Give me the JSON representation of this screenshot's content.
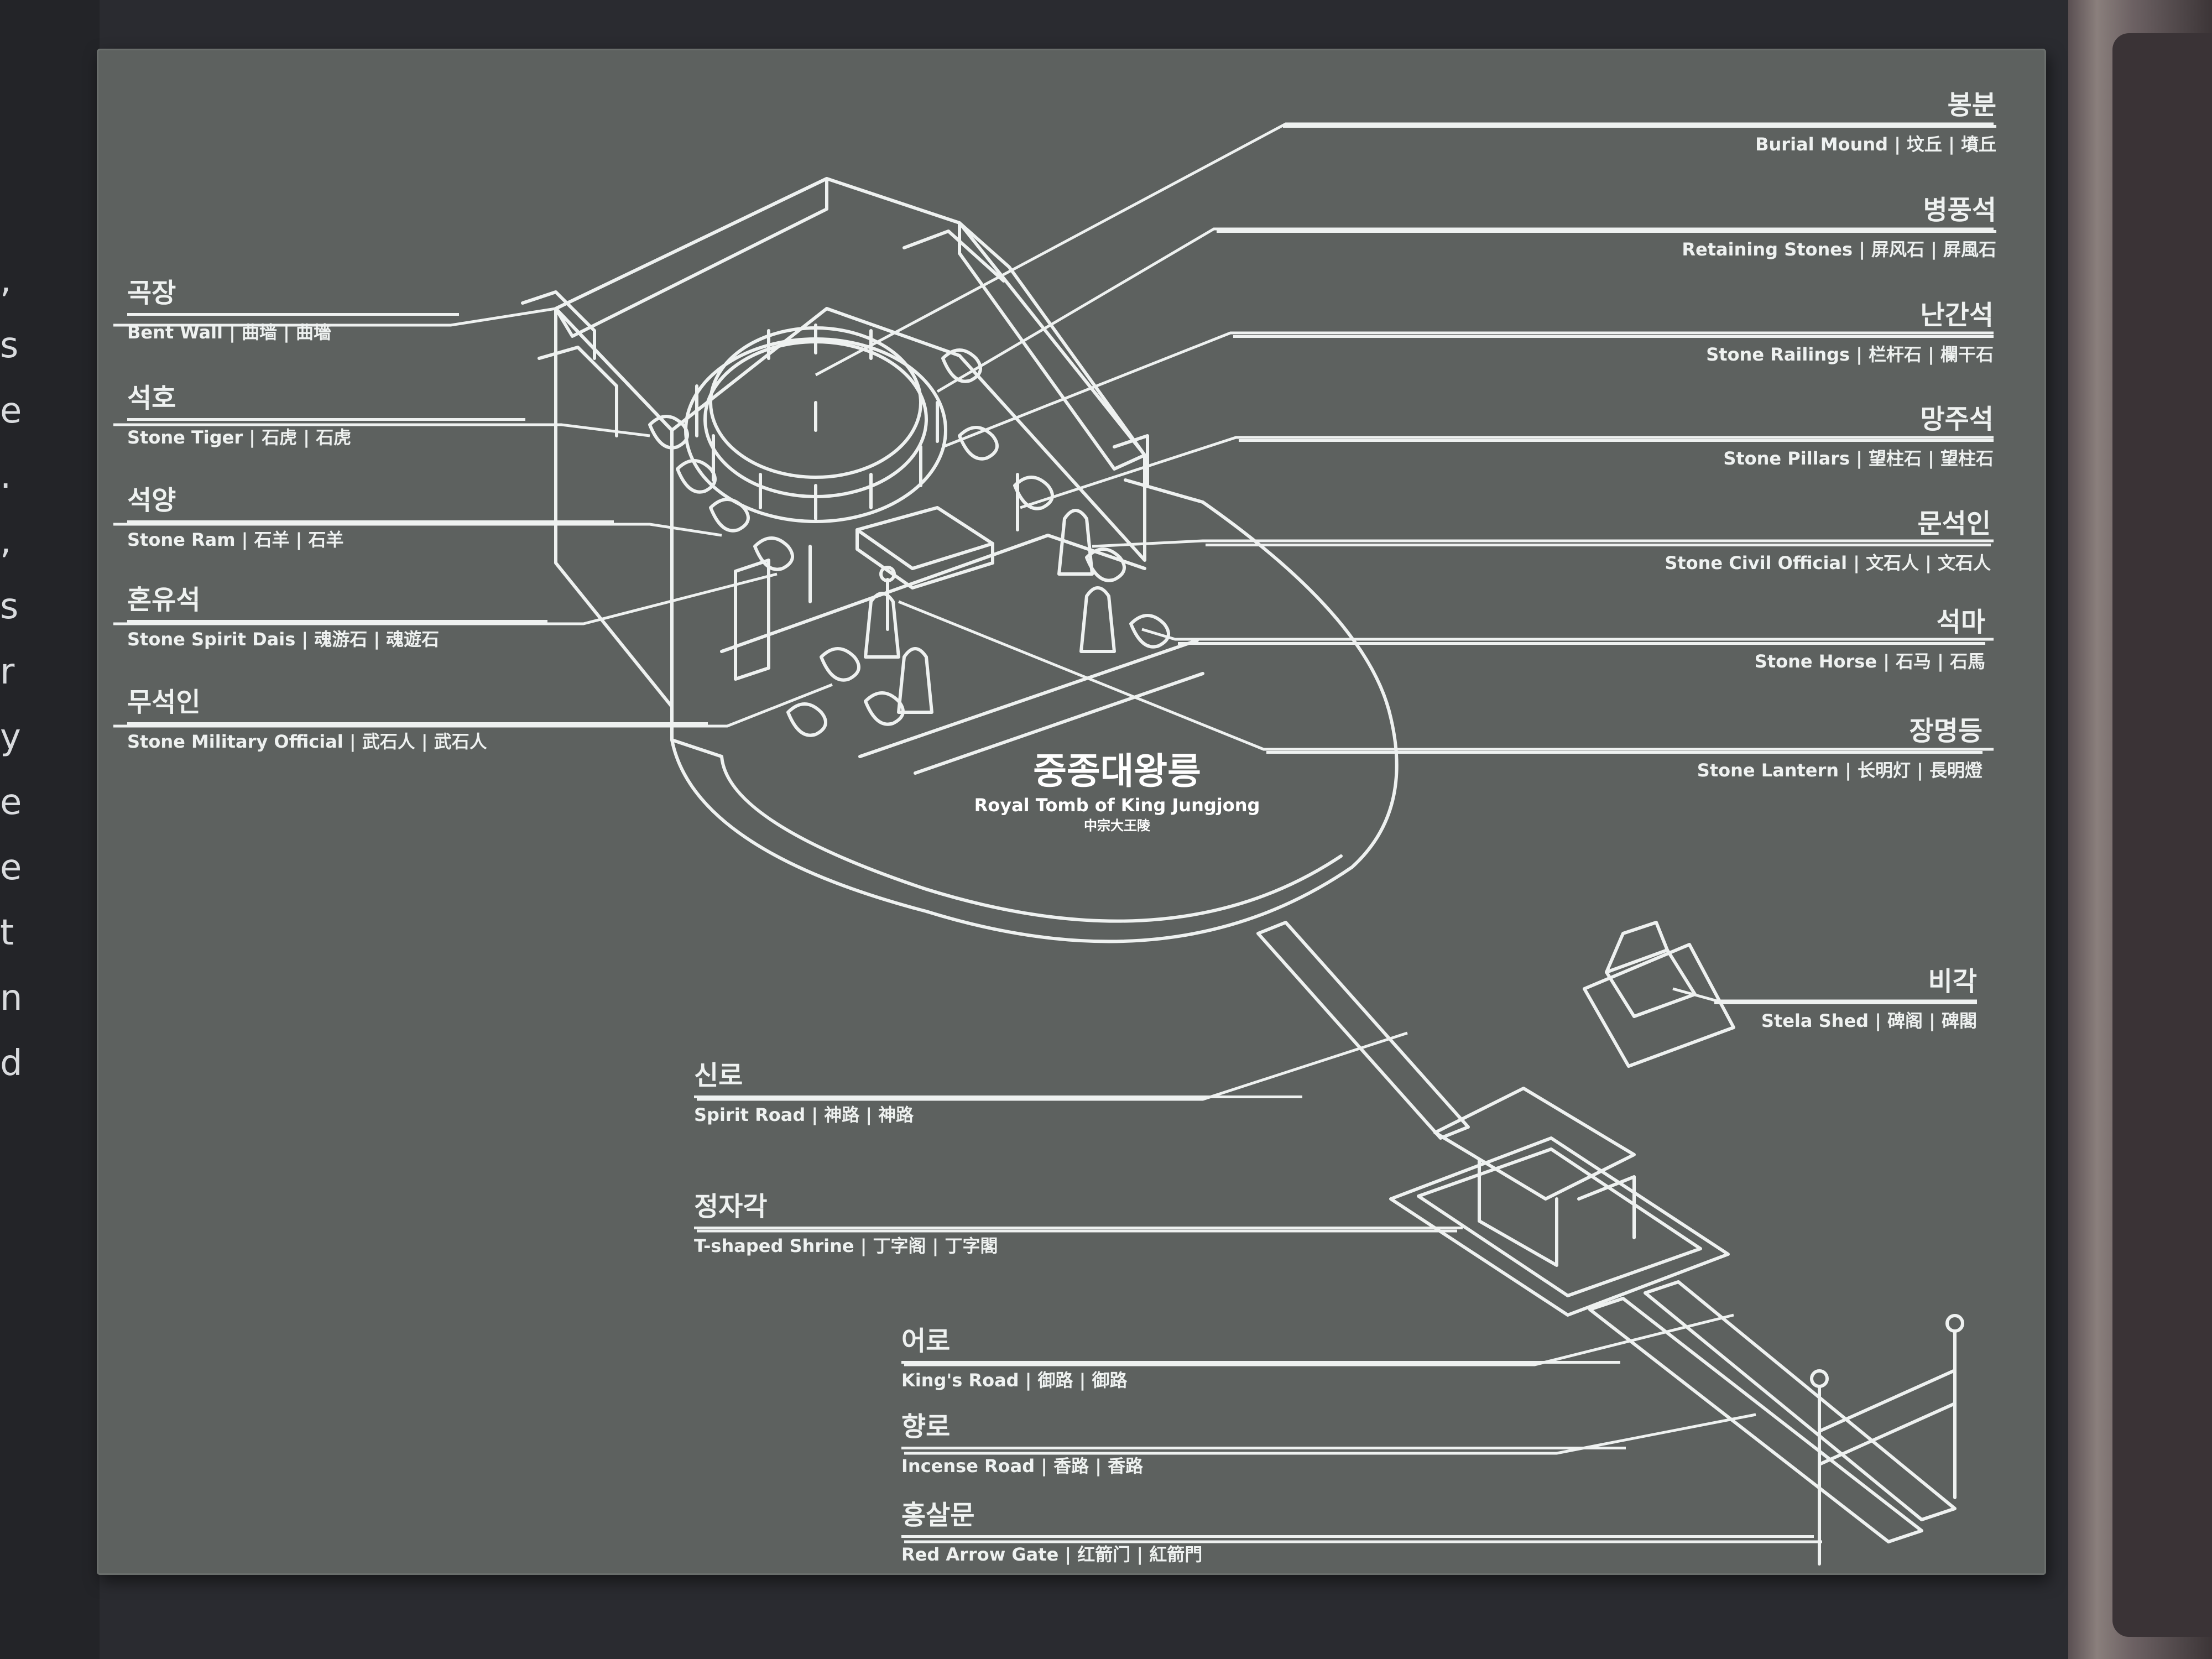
{
  "left_edge_chars": [
    ",",
    "s",
    "e",
    ".",
    ",",
    "s",
    "r",
    "y",
    "e",
    "e",
    "t",
    "n",
    "d"
  ],
  "title": {
    "ko": "중종대왕릉",
    "en": "Royal Tomb of King Jungjong",
    "cn": "中宗大王陵"
  },
  "labels_left": [
    {
      "ko": "곡장",
      "en": "Bent Wall | 曲墙 | 曲墻"
    },
    {
      "ko": "석호",
      "en": "Stone Tiger | 石虎 | 石虎"
    },
    {
      "ko": "석양",
      "en": "Stone Ram | 石羊 | 石羊"
    },
    {
      "ko": "혼유석",
      "en": "Stone Spirit Dais | 魂游石 | 魂遊石"
    },
    {
      "ko": "무석인",
      "en": "Stone Military Official | 武石人 | 武石人"
    }
  ],
  "labels_right": [
    {
      "ko": "봉분",
      "en": "Burial Mound | 坟丘 | 墳丘"
    },
    {
      "ko": "병풍석",
      "en": "Retaining Stones | 屏风石 | 屛風石"
    },
    {
      "ko": "난간석",
      "en": "Stone Railings | 栏杆石 | 欄干石"
    },
    {
      "ko": "망주석",
      "en": "Stone Pillars | 望柱石 | 望柱石"
    },
    {
      "ko": "문석인",
      "en": "Stone Civil Official | 文石人 | 文石人"
    },
    {
      "ko": "석마",
      "en": "Stone Horse | 石马 | 石馬"
    },
    {
      "ko": "장명등",
      "en": "Stone Lantern | 长明灯 | 長明燈"
    },
    {
      "ko": "비각",
      "en": "Stela Shed | 碑阁 | 碑閣"
    }
  ],
  "labels_bottom": [
    {
      "ko": "신로",
      "en": "Spirit Road | 神路 | 神路"
    },
    {
      "ko": "정자각",
      "en": "T-shaped Shrine | 丁字阁 | 丁字閣"
    },
    {
      "ko": "어로",
      "en": "King's Road  | 御路 | 御路"
    },
    {
      "ko": "향로",
      "en": "Incense Road | 香路 | 香路"
    },
    {
      "ko": "홍살문",
      "en": "Red Arrow Gate | 红箭门 | 紅箭門"
    }
  ],
  "colors": {
    "board": "#5d615f",
    "line": "#eef1f0",
    "background": "#2a2b30"
  }
}
